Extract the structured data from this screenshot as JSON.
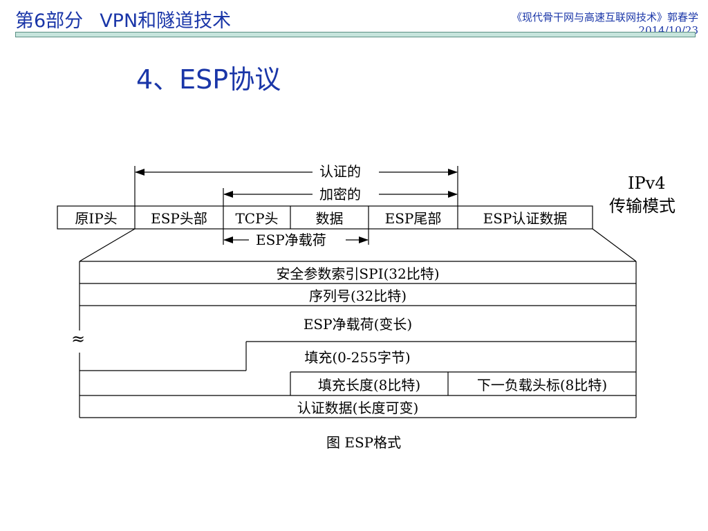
{
  "header": {
    "part": "第6部分",
    "topic": "VPN和隧道技术",
    "book": "《现代骨干网与高速互联网技术》郭春学",
    "date": "2014/10/23",
    "accent_color": "#1a36a8",
    "bar_color": "#c6e4dc"
  },
  "slide": {
    "heading": "4、ESP协议"
  },
  "diagram": {
    "auth_label": "认证的",
    "enc_label": "加密的",
    "payload_label": "ESP净载荷",
    "mode_label_line1": "IPv4",
    "mode_label_line2": "传输模式",
    "packet_fields": [
      "原IP头",
      "ESP头部",
      "TCP头",
      "数据",
      "ESP尾部",
      "ESP认证数据"
    ],
    "esp_rows": {
      "spi": "安全参数索引SPI(32比特)",
      "seq": "序列号(32比特)",
      "payload": "ESP净载荷(变长)",
      "padding": "填充(0-255字节)",
      "pad_length": "填充长度(8比特)",
      "next_header": "下一负载头标(8比特)",
      "auth_data": "认证数据(长度可变)"
    },
    "variable_mark": "≈",
    "caption": "图 ESP格式"
  }
}
